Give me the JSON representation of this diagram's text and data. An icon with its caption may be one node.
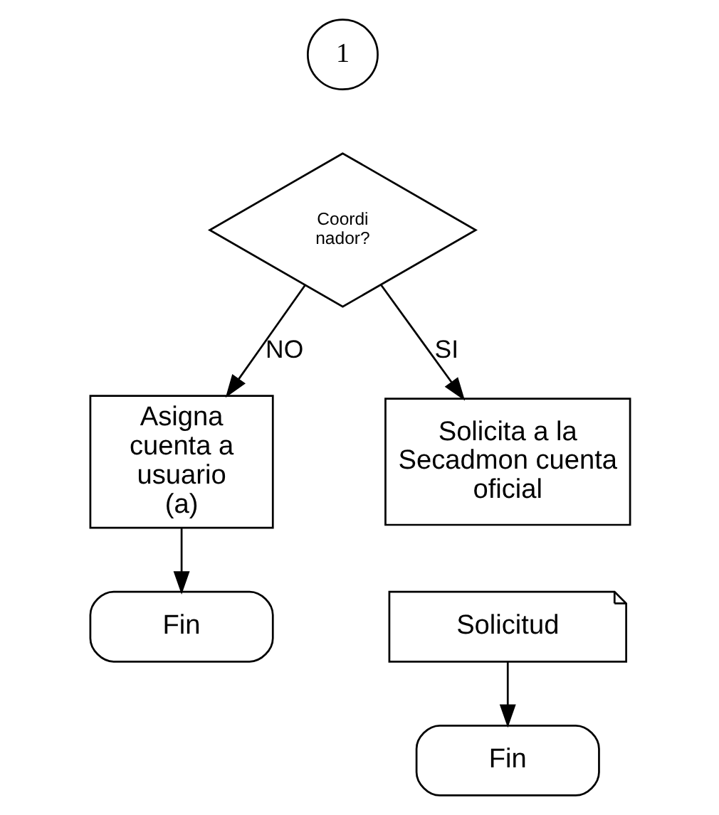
{
  "diagram": {
    "nodes": [
      {
        "text": [
          "1"
        ]
      },
      {
        "text": [
          "Coordi nador?"
        ]
      },
      {
        "text": [
          "Asigna cuenta a usuario (a)"
        ]
      },
      {
        "text": [
          "Solicita a la Secadmon cuenta oficial"
        ]
      },
      {
        "text": [
          "Solicitud"
        ]
      },
      {
        "text": [
          "Fin"
        ]
      },
      {
        "text": [
          "Fin"
        ]
      }
    ],
    "edges": [
      {
        "from": 1,
        "to": 2,
        "arrow": "to",
        "label": "NO"
      },
      {
        "from": 1,
        "to": 3,
        "arrow": "to",
        "label": "SI"
      },
      {
        "from": 2,
        "to": 5,
        "arrow": "to"
      },
      {
        "from": 4,
        "to": 6,
        "arrow": "to"
      }
    ]
  }
}
